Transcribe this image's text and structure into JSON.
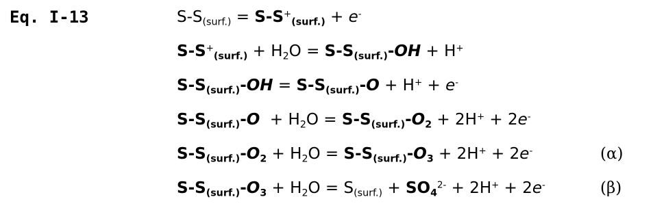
{
  "equation_label": "Eq. I-13",
  "lines": [
    {
      "text": "S-S(surf.) = S-S+(surf.) + e-",
      "tag": ""
    },
    {
      "text": "S-S+(surf.) + H2O = S-S(surf.)-OH + H+",
      "tag": ""
    },
    {
      "text": "S-S(surf.)-OH = S-S(surf.)-O + H+ + e-",
      "tag": ""
    },
    {
      "text": "S-S(surf.)-O + H2O = S-S(surf.)-O2 + 2H+ + 2e-",
      "tag": ""
    },
    {
      "text": "S-S(surf.)-O2 + H2O = S-S(surf.)-O3 + 2H+ + 2e-",
      "tag": "(α)"
    },
    {
      "text": "S-S(surf.)-O3 + H2O = S(surf.) + SO42- + 2H+ + 2e-",
      "tag": "(β)"
    }
  ]
}
